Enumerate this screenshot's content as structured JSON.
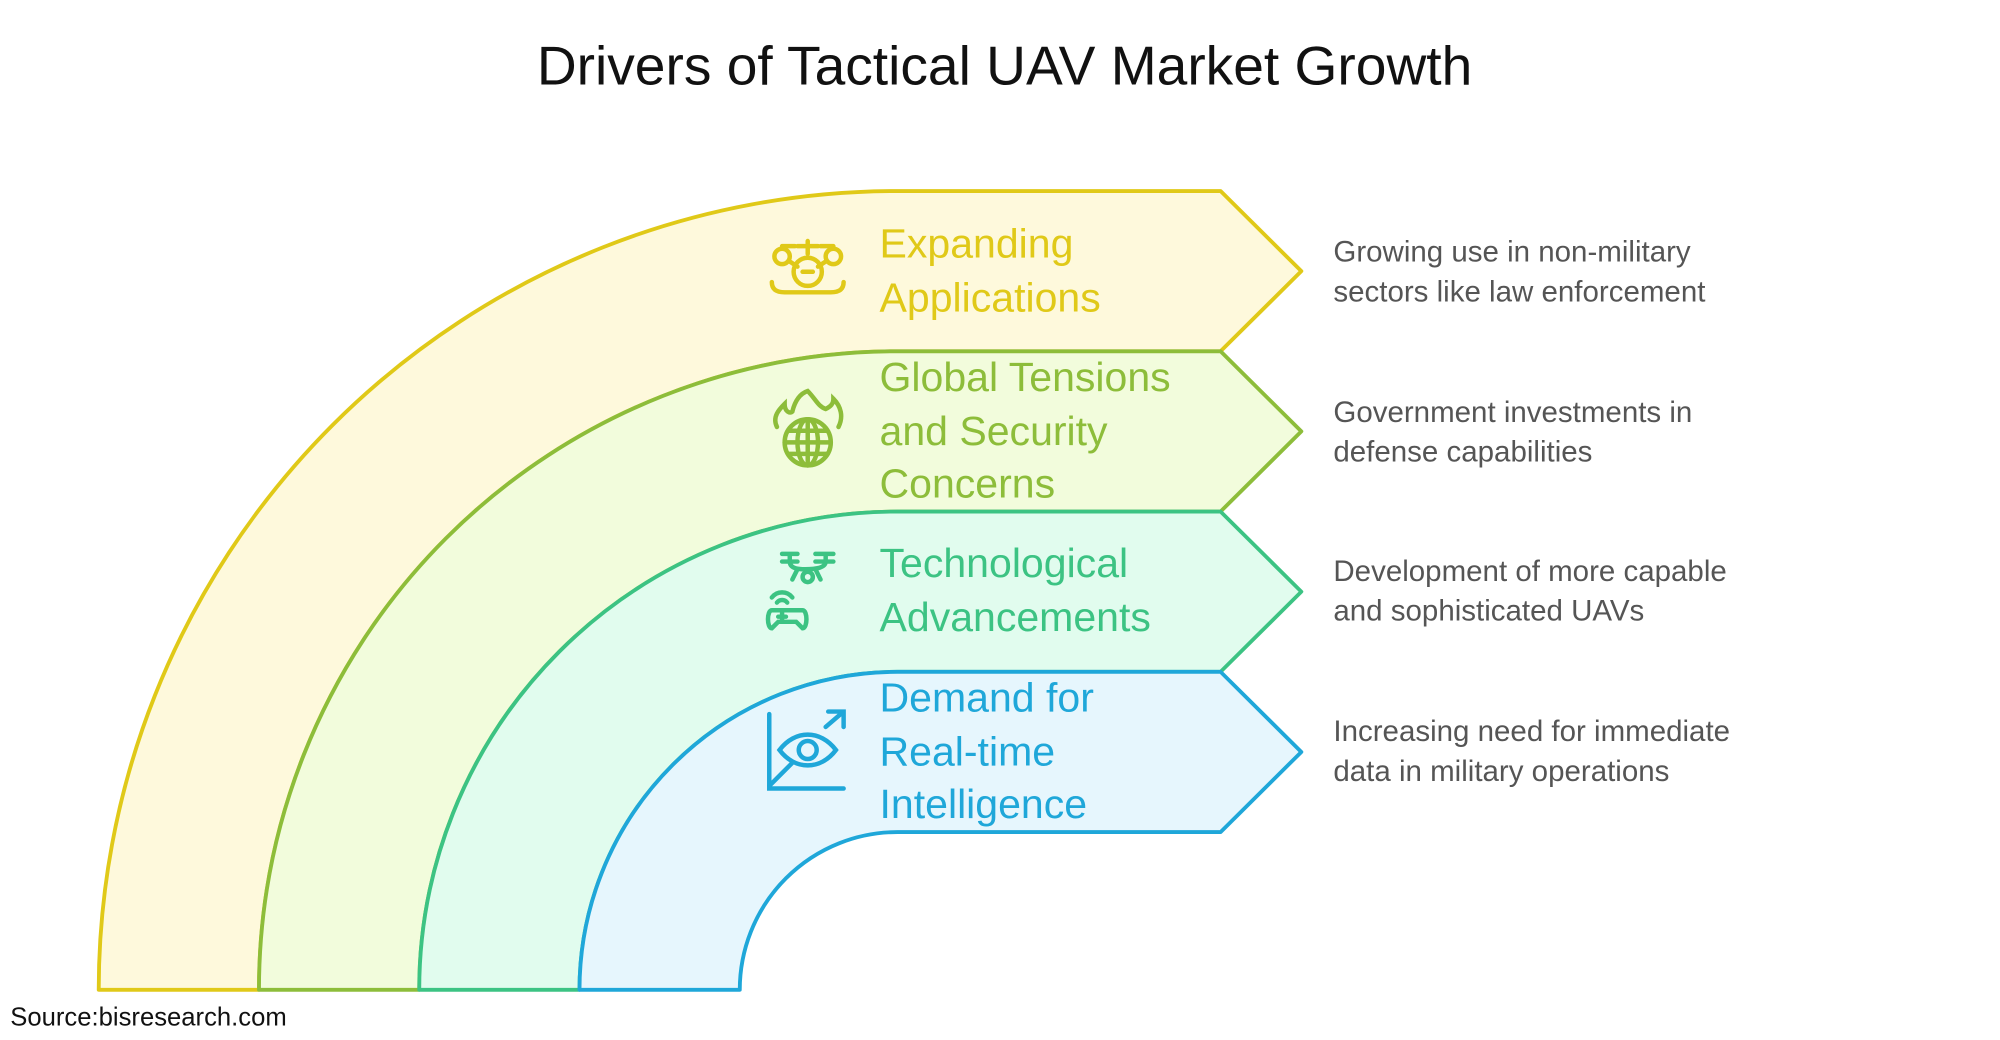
{
  "title": "Drivers of Tactical UAV Market Growth",
  "source": "Source:bisresearch.com",
  "items": [
    {
      "label_lines": [
        "Expanding",
        "Applications"
      ],
      "description_lines": [
        "Growing use in non-military",
        "sectors like law enforcement"
      ],
      "icon": "drone-icon",
      "stroke": "#e0c918",
      "fill": "#fef9dc"
    },
    {
      "label_lines": [
        "Global Tensions",
        "and Security",
        "Concerns"
      ],
      "description_lines": [
        "Government investments in",
        "defense capabilities"
      ],
      "icon": "burning-globe-icon",
      "stroke": "#8dbd3a",
      "fill": "#f2fcdc"
    },
    {
      "label_lines": [
        "Technological",
        "Advancements"
      ],
      "description_lines": [
        "Development of more capable",
        "and sophisticated UAVs"
      ],
      "icon": "drone-controller-icon",
      "stroke": "#3cc383",
      "fill": "#e1fcee"
    },
    {
      "label_lines": [
        "Demand for",
        "Real-time",
        "Intelligence"
      ],
      "description_lines": [
        "Increasing need for immediate",
        "data in military operations"
      ],
      "icon": "eye-chart-icon",
      "stroke": "#1fa7d9",
      "fill": "#e6f6fd"
    }
  ]
}
